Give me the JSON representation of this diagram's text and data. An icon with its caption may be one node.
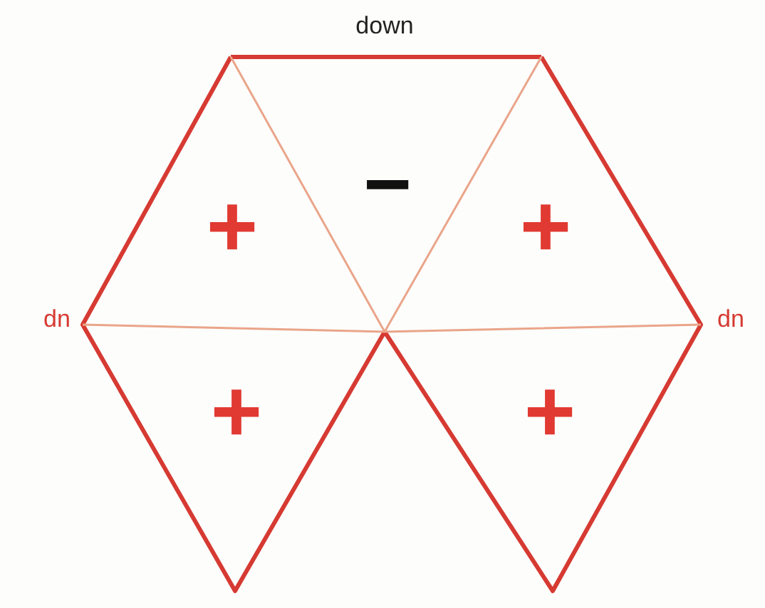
{
  "diagram": {
    "labels": [
      "down",
      "−",
      "+",
      "+",
      "dn",
      "dn",
      "+",
      "+"
    ]
  }
}
